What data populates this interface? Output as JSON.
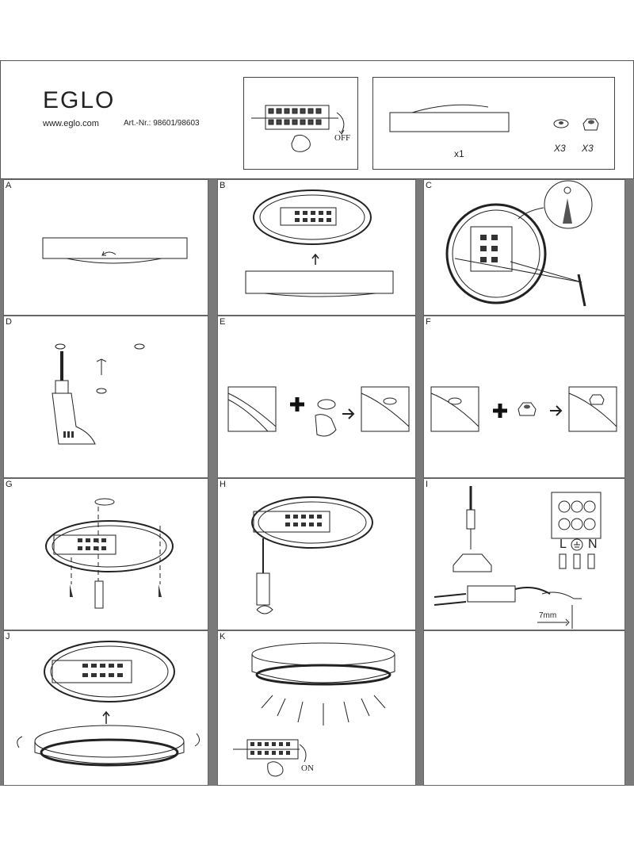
{
  "header": {
    "brand": "EGLO",
    "website": "www.eglo.com",
    "article_number": "Art.-Nr.: 98601/98603"
  },
  "power_off_box": {
    "label": "OFF"
  },
  "parts_box": {
    "lamp_quantity": "x1",
    "screw_quantity": "X3",
    "cap_quantity": "X3"
  },
  "steps": [
    {
      "letter": "A"
    },
    {
      "letter": "B"
    },
    {
      "letter": "C"
    },
    {
      "letter": "D"
    },
    {
      "letter": "E"
    },
    {
      "letter": "F"
    },
    {
      "letter": "G"
    },
    {
      "letter": "H"
    },
    {
      "letter": "I"
    },
    {
      "letter": "J"
    },
    {
      "letter": "K"
    }
  ],
  "wiring": {
    "terminal_labels": [
      "L",
      "N"
    ],
    "strip_length": "7mm"
  },
  "power_on": {
    "label": "ON"
  },
  "colors": {
    "line": "#222222",
    "separator": "#7a7a7a"
  }
}
